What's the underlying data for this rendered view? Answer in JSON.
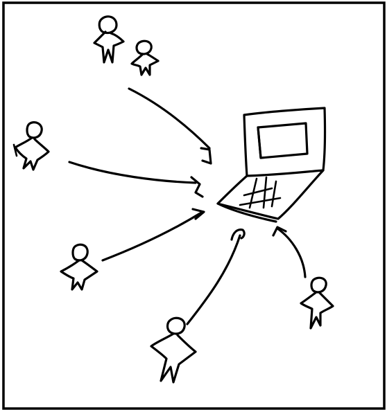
{
  "diagram": {
    "style": "hand-drawn sketch",
    "ink_color": "#000000",
    "background_color": "#ffffff",
    "center_node": {
      "icon": "laptop-icon"
    },
    "people": [
      {
        "icon": "person-icon"
      },
      {
        "icon": "person-icon"
      },
      {
        "icon": "person-icon"
      },
      {
        "icon": "person-icon"
      },
      {
        "icon": "person-icon"
      },
      {
        "icon": "person-icon"
      }
    ],
    "arrows": [
      {
        "direction": "toward-laptop"
      },
      {
        "direction": "toward-laptop"
      },
      {
        "direction": "toward-laptop"
      },
      {
        "direction": "toward-laptop"
      },
      {
        "direction": "toward-laptop"
      }
    ]
  }
}
